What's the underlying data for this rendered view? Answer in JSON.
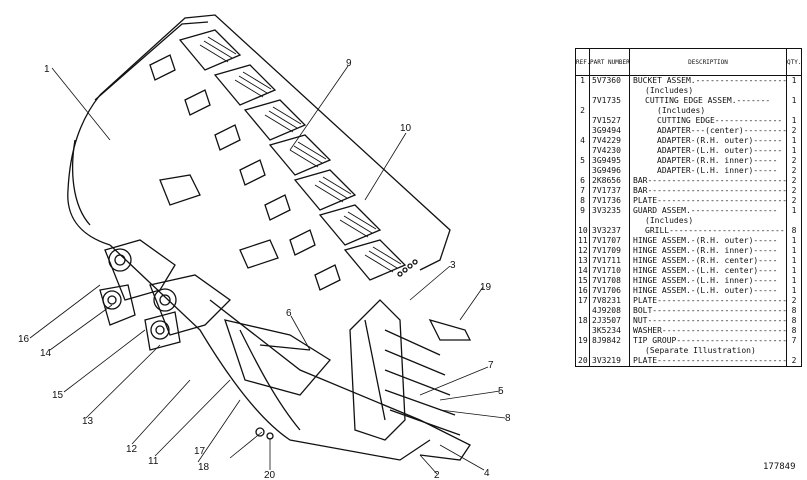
{
  "table": {
    "headers": {
      "ref": "REF. NO.",
      "part": "PART NUMBER",
      "desc": "DESCRIPTION",
      "qty": "QTY."
    },
    "rows": [
      {
        "ref": "1",
        "part": "5V7360",
        "desc": "BUCKET ASSEM.-------------------",
        "qty": "1",
        "indent": 0,
        "grp": true
      },
      {
        "ref": "",
        "part": "",
        "desc": "(Includes)",
        "qty": "",
        "indent": 1
      },
      {
        "ref": "",
        "part": "7V1735",
        "desc": "CUTTING EDGE ASSEM.-------",
        "qty": "1",
        "indent": 1
      },
      {
        "ref": "2",
        "part": "",
        "desc": "(Includes)",
        "qty": "",
        "indent": 2
      },
      {
        "ref": "",
        "part": "7V1527",
        "desc": "CUTTING EDGE--------------",
        "qty": "1",
        "indent": 2
      },
      {
        "ref": "",
        "part": "3G9494",
        "desc": "ADAPTER---(center)----------",
        "qty": "2",
        "indent": 2
      },
      {
        "ref": "4",
        "part": "7V4229",
        "desc": "ADAPTER-(R.H. outer)------",
        "qty": "1",
        "indent": 2
      },
      {
        "ref": "",
        "part": "7V4230",
        "desc": "ADAPTER-(L.H. outer)------",
        "qty": "1",
        "indent": 2
      },
      {
        "ref": "5",
        "part": "3G9495",
        "desc": "ADAPTER-(R.H. inner)-----",
        "qty": "2",
        "indent": 2
      },
      {
        "ref": "",
        "part": "3G9496",
        "desc": "ADAPTER-(L.H. inner)-----",
        "qty": "2",
        "indent": 2
      },
      {
        "ref": "6",
        "part": "2K8656",
        "desc": "BAR-----------------------------",
        "qty": "2",
        "indent": 0,
        "grp": true
      },
      {
        "ref": "7",
        "part": "7V1737",
        "desc": "BAR-----------------------------",
        "qty": "2",
        "indent": 0
      },
      {
        "ref": "8",
        "part": "7V1736",
        "desc": "PLATE---------------------------",
        "qty": "2",
        "indent": 0
      },
      {
        "ref": "9",
        "part": "3V3235",
        "desc": "GUARD ASSEM.------------------",
        "qty": "1",
        "indent": 0
      },
      {
        "ref": "",
        "part": "",
        "desc": "(Includes)",
        "qty": "",
        "indent": 1
      },
      {
        "ref": "10",
        "part": "3V3237",
        "desc": "GRILL---------------------------",
        "qty": "8",
        "indent": 1,
        "grp": true
      },
      {
        "ref": "11",
        "part": "7V1707",
        "desc": "HINGE ASSEM.-(R.H. outer)-----",
        "qty": "1",
        "indent": 0
      },
      {
        "ref": "12",
        "part": "7V1709",
        "desc": "HINGE ASSEM.-(R.H. inner)-----",
        "qty": "1",
        "indent": 0
      },
      {
        "ref": "13",
        "part": "7V1711",
        "desc": "HINGE ASSEM.-(R.H. center)----",
        "qty": "1",
        "indent": 0
      },
      {
        "ref": "14",
        "part": "7V1710",
        "desc": "HINGE ASSEM.-(L.H. center)----",
        "qty": "1",
        "indent": 0
      },
      {
        "ref": "15",
        "part": "7V1708",
        "desc": "HINGE ASSEM.-(L.H. inner)-----",
        "qty": "1",
        "indent": 0
      },
      {
        "ref": "16",
        "part": "7V1706",
        "desc": "HINGE ASSEM.-(L.H. outer)-----",
        "qty": "1",
        "indent": 0
      },
      {
        "ref": "17",
        "part": "7V8231",
        "desc": "PLATE---------------------------",
        "qty": "2",
        "indent": 0,
        "grp": true
      },
      {
        "ref": "",
        "part": "4J9208",
        "desc": "BOLT----------------------------",
        "qty": "8",
        "indent": 0
      },
      {
        "ref": "18",
        "part": "2J3507",
        "desc": "NUT-----------------------------",
        "qty": "8",
        "indent": 0
      },
      {
        "ref": "",
        "part": "3K5234",
        "desc": "WASHER--------------------------",
        "qty": "8",
        "indent": 0
      },
      {
        "ref": "19",
        "part": "8J9842",
        "desc": "TIP GROUP-----------------------",
        "qty": "7",
        "indent": 0
      },
      {
        "ref": "",
        "part": "",
        "desc": "(Separate Illustration)",
        "qty": "",
        "indent": 1
      },
      {
        "ref": "20",
        "part": "3V3219",
        "desc": "PLATE---------------------------",
        "qty": "2",
        "indent": 0,
        "grp": true
      }
    ]
  },
  "callouts": [
    "1",
    "2",
    "3",
    "4",
    "5",
    "6",
    "7",
    "8",
    "9",
    "10",
    "11",
    "12",
    "13",
    "14",
    "15",
    "16",
    "17",
    "18",
    "19",
    "20"
  ],
  "figure_number": "177849"
}
